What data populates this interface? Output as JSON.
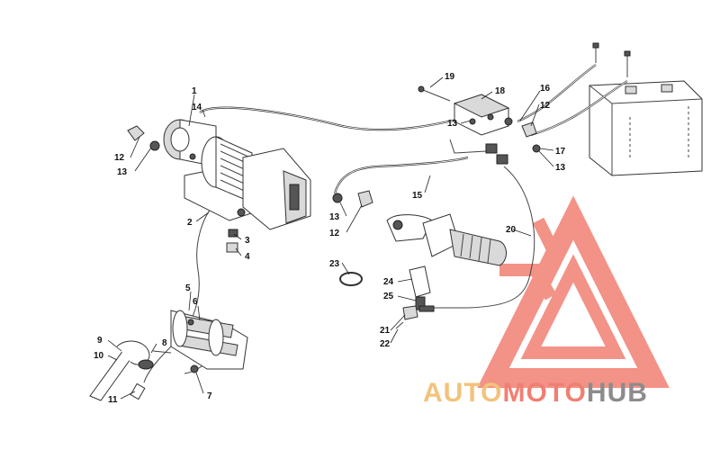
{
  "callouts": [
    {
      "id": "c1",
      "label": "1"
    },
    {
      "id": "c14",
      "label": "14"
    },
    {
      "id": "c12a",
      "label": "12"
    },
    {
      "id": "c13a",
      "label": "13"
    },
    {
      "id": "c2",
      "label": "2"
    },
    {
      "id": "c3",
      "label": "3"
    },
    {
      "id": "c4",
      "label": "4"
    },
    {
      "id": "c5",
      "label": "5"
    },
    {
      "id": "c6",
      "label": "6"
    },
    {
      "id": "c7",
      "label": "7"
    },
    {
      "id": "c8",
      "label": "8"
    },
    {
      "id": "c9",
      "label": "9"
    },
    {
      "id": "c10",
      "label": "10"
    },
    {
      "id": "c11",
      "label": "11"
    },
    {
      "id": "c13b",
      "label": "13"
    },
    {
      "id": "c12b",
      "label": "12"
    },
    {
      "id": "c15",
      "label": "15"
    },
    {
      "id": "c19",
      "label": "19"
    },
    {
      "id": "c18",
      "label": "18"
    },
    {
      "id": "c13c",
      "label": "13"
    },
    {
      "id": "c16",
      "label": "16"
    },
    {
      "id": "c12c",
      "label": "12"
    },
    {
      "id": "c17",
      "label": "17"
    },
    {
      "id": "c13d",
      "label": "13"
    },
    {
      "id": "c20",
      "label": "20"
    },
    {
      "id": "c23",
      "label": "23"
    },
    {
      "id": "c24",
      "label": "24"
    },
    {
      "id": "c25",
      "label": "25"
    },
    {
      "id": "c21",
      "label": "21"
    },
    {
      "id": "c22",
      "label": "22"
    }
  ],
  "watermark": {
    "part1": "AUTO",
    "part2": "MOTO",
    "part3": "HUB",
    "color_gold": "#f3c27a",
    "color_red": "#f07f73",
    "color_gray": "#8c8c8c"
  }
}
